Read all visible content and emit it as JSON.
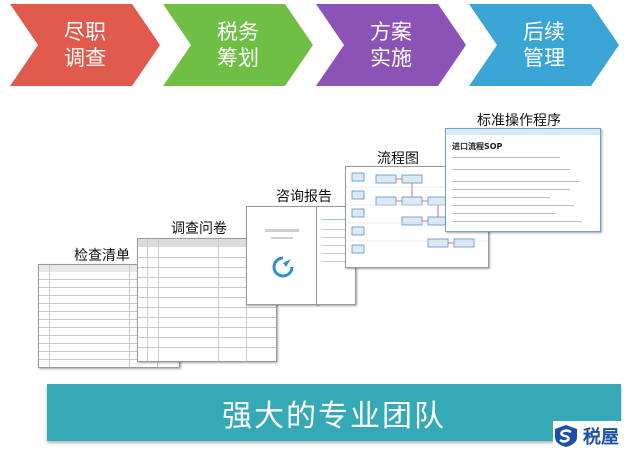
{
  "colors": {
    "chevron1": "#e05a4e",
    "chevron2": "#6fbf44",
    "chevron3": "#8b53b5",
    "chevron4": "#3aa5d4",
    "bottom_bar": "#35a9b6",
    "logo_blue": "#1e4fa6"
  },
  "process": [
    {
      "line1": "尽职",
      "line2": "调查"
    },
    {
      "line1": "税务",
      "line2": "筹划"
    },
    {
      "line1": "方案",
      "line2": "实施"
    },
    {
      "line1": "后续",
      "line2": "管理"
    }
  ],
  "documents": {
    "checklist_title": "检查清单",
    "questionnaire_title": "调查问卷",
    "report_title": "咨询报告",
    "flowchart_title": "流程图",
    "sop_title": "标准操作程序",
    "sop_heading": "进口流程SOP"
  },
  "team_banner": "强大的专业团队",
  "logo_text": "税屋",
  "icons": {
    "logo": "s-shield-icon",
    "report": "swirl-logo-icon"
  }
}
